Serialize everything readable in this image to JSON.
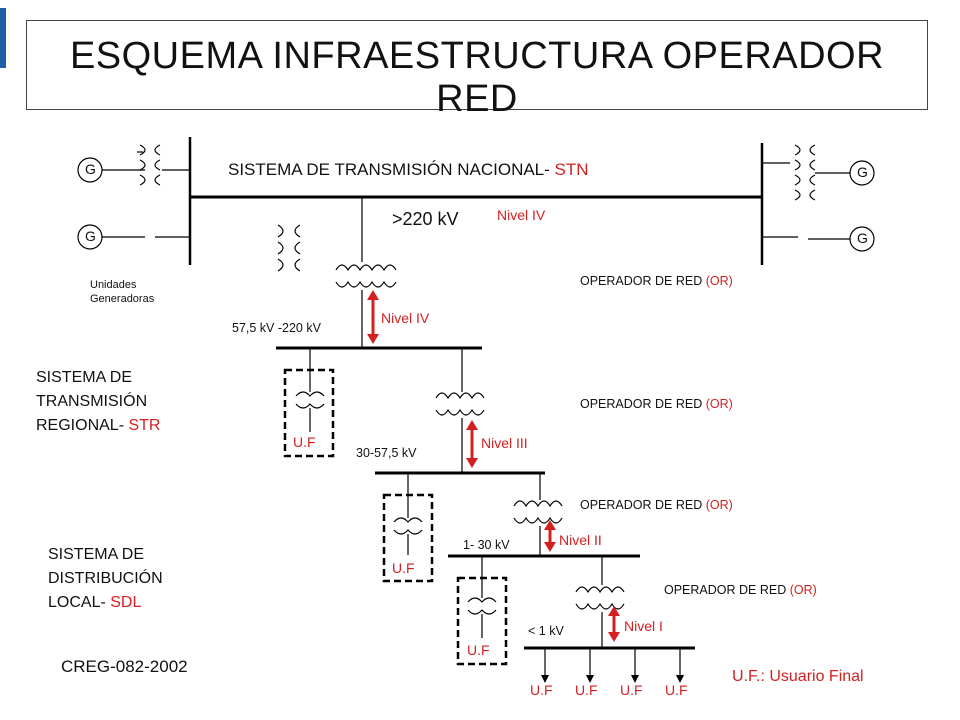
{
  "title": "ESQUEMA  INFRAESTRUCTURA OPERADOR RED",
  "stn": {
    "name": "SISTEMA DE TRANSMISIÓN NACIONAL- ",
    "acronym": "STN",
    "voltage": ">220 kV",
    "level": "Nivel IV"
  },
  "generators": {
    "symbol": "G",
    "caption_line1": "Unidades",
    "caption_line2": "Generadoras"
  },
  "operator": {
    "label": "OPERADOR DE RED ",
    "acronym": "(OR)"
  },
  "str": {
    "line1": "SISTEMA DE",
    "line2": "TRANSMISIÓN",
    "line3": "REGIONAL- ",
    "acronym": "STR"
  },
  "sdl": {
    "line1": "SISTEMA DE",
    "line2": "DISTRIBUCIÓN",
    "line3": "LOCAL- ",
    "acronym": "SDL"
  },
  "levels": [
    {
      "voltage": "57,5 kV -220 kV",
      "nivel": "Nivel IV"
    },
    {
      "voltage": "30-57,5 kV",
      "nivel": "Nivel III"
    },
    {
      "voltage": "1- 30 kV",
      "nivel": "Nivel II"
    },
    {
      "voltage": "< 1 kV",
      "nivel": "Nivel  I"
    }
  ],
  "end_user": "U.F",
  "legend": "U.F.: Usuario Final",
  "reference": "CREG-082-2002",
  "colors": {
    "accent": "#d42020",
    "line": "#000000"
  }
}
